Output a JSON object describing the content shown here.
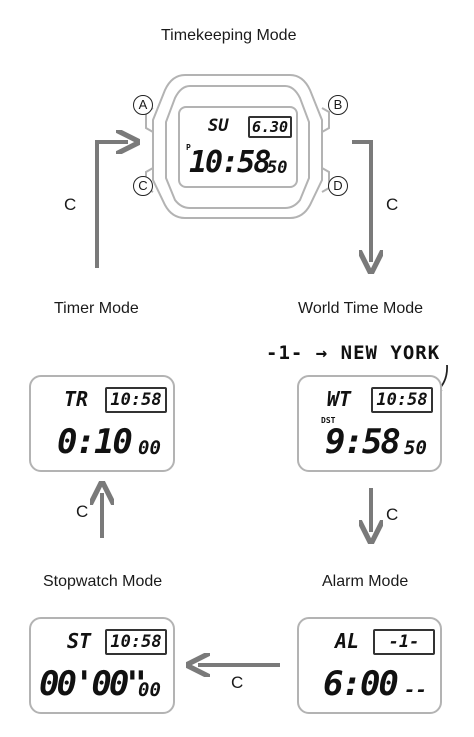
{
  "modes": {
    "timekeeping": "Timekeeping Mode",
    "timer": "Timer Mode",
    "world_time": "World Time Mode",
    "stopwatch": "Stopwatch Mode",
    "alarm": "Alarm Mode"
  },
  "buttons": {
    "a": "A",
    "b": "B",
    "c": "C",
    "d": "D"
  },
  "transition_label": "C",
  "timekeeping_display": {
    "day": "SU",
    "date": "6.30",
    "pm": "P",
    "time": "10:58",
    "seconds": "50"
  },
  "world_time_display": {
    "code": "WT",
    "box": "10:58",
    "dst": "DST",
    "time": "9:58",
    "seconds": "50",
    "city_callout": "-1- → NEW YORK"
  },
  "timer_display": {
    "code": "TR",
    "box": "10:58",
    "time": "0:10",
    "small": "00"
  },
  "stopwatch_display": {
    "code": "ST",
    "box": "10:58",
    "time": "00'00\"",
    "small": "00"
  },
  "alarm_display": {
    "code": "AL",
    "box": "-1-",
    "time": "6:00",
    "small": "--"
  },
  "colors": {
    "arrow": "#7a7a7a",
    "frame": "#b3b3b3"
  }
}
